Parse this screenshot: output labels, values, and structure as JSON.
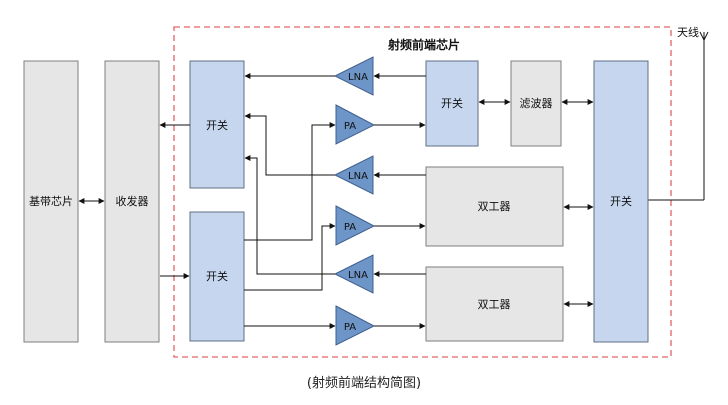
{
  "title": "射频前端芯片",
  "antenna_label": "天线",
  "caption": "(射频前端结构简图)",
  "blocks": {
    "baseband": "基带芯片",
    "transceiver": "收发器",
    "switch_left_top": "开关",
    "switch_left_bottom": "开关",
    "switch_inner": "开关",
    "filter": "滤波器",
    "duplexer_top": "双工器",
    "duplexer_bottom": "双工器",
    "switch_right": "开关"
  },
  "amplifiers": {
    "lna1": "LNA",
    "pa1": "PA",
    "lna2": "LNA",
    "pa2": "PA",
    "lna3": "LNA",
    "pa3": "PA"
  },
  "colors": {
    "grey_fill": "#e6e6e6",
    "grey_stroke": "#7f7f7f",
    "blue_fill": "#c5d6ee",
    "blue_stroke": "#5f6f84",
    "amp_fill": "#6e95c8",
    "amp_stroke": "#3f5f8f",
    "dash": "#e06565",
    "line": "#111111"
  }
}
